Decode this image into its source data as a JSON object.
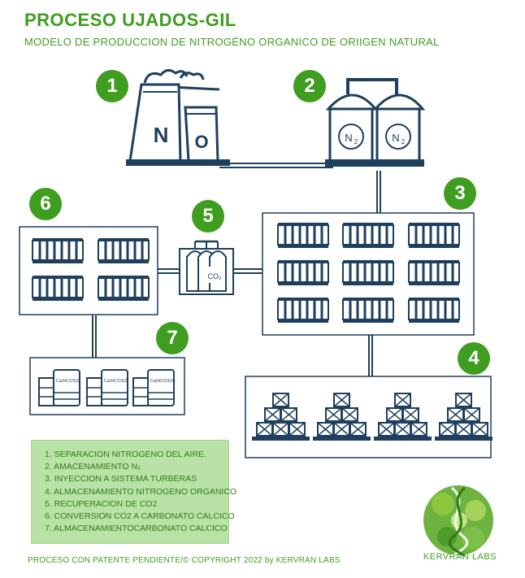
{
  "header": {
    "title": "PROCESO UJADOS-GIL",
    "subtitle": "MODELO DE PRODUCCION DE NITROGÉNO ORGANICO  DE ORIIGEN NATURAL"
  },
  "steps": [
    "1",
    "2",
    "3",
    "4",
    "5",
    "6",
    "7"
  ],
  "labels": {
    "factory_n": "N",
    "factory_o": "O",
    "tank_n2": "N",
    "tank_n2_sub": "2",
    "co2": "CO₂",
    "barrel": "Ca(HCO3)2"
  },
  "legend": [
    "1.  SEPARACION NITROGENO DEL AIRE.",
    "2. AMACENAMIENTO N₂",
    "3. INYECCION A SISTEMA TURBERAS",
    "4. ALMACENAMIENTO NITROGENO ORGANICO",
    "5. RECUPERACION DE CO2",
    "6. CONVERSION CO2 A CARBONATO CALCICO",
    "7. ALMACENAMIENTOCARBONATO CALCICO"
  ],
  "footer": "PROCESO CON PATENTE PENDIENTE/© COPYRIGHT 2022 by KERVRAN LABS",
  "logo": "KERVRAN LABS",
  "colors": {
    "accent": "#3f9d1f",
    "line": "#1e3f5e",
    "legend_bg": "#b9e2a6"
  }
}
